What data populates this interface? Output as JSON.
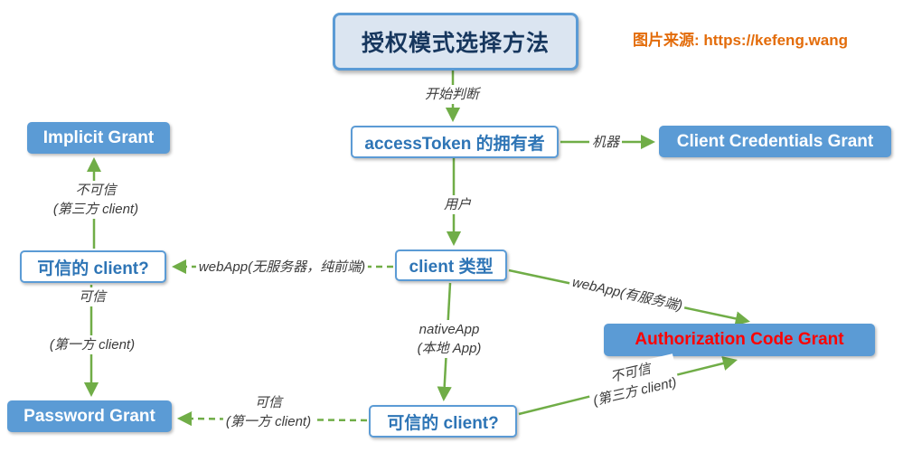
{
  "title": "授权模式选择方法",
  "credit": "图片来源: https://kefeng.wang",
  "nodes": {
    "access_token_owner": "accessToken 的拥有者",
    "client_credentials_grant": "Client Credentials Grant",
    "implicit_grant": "Implicit Grant",
    "client_type": "client 类型",
    "trusted_client_left": "可信的 client?",
    "trusted_client_bottom": "可信的 client?",
    "password_grant": "Password Grant",
    "authorization_code_grant": "Authorization Code Grant"
  },
  "edges": {
    "start": "开始判断",
    "machine": "机器",
    "user": "用户",
    "webapp_frontend": "webApp(无服务器，纯前端)",
    "webapp_server": "webApp(有服务端)",
    "untrusted_left_1": "不可信",
    "untrusted_left_2": "(第三方 client)",
    "trusted_left_1": "可信",
    "trusted_left_2": "(第一方 client)",
    "native_app_1": "nativeApp",
    "native_app_2": "(本地 App)",
    "trusted_bottom_1": "可信",
    "trusted_bottom_2": "(第一方 client)",
    "untrusted_bottom_1": "不可信",
    "untrusted_bottom_2": "(第三方 client)"
  },
  "colors": {
    "node_blue": "#5b9bd5",
    "node_text_blue": "#2e75b6",
    "title_fill": "#dbe5f1",
    "title_text": "#17375e",
    "arrow_green": "#70ad47",
    "credit_orange": "#e36c0a",
    "auth_code_text_red": "#ff0000",
    "edge_label_gray": "#3b3b3b"
  }
}
